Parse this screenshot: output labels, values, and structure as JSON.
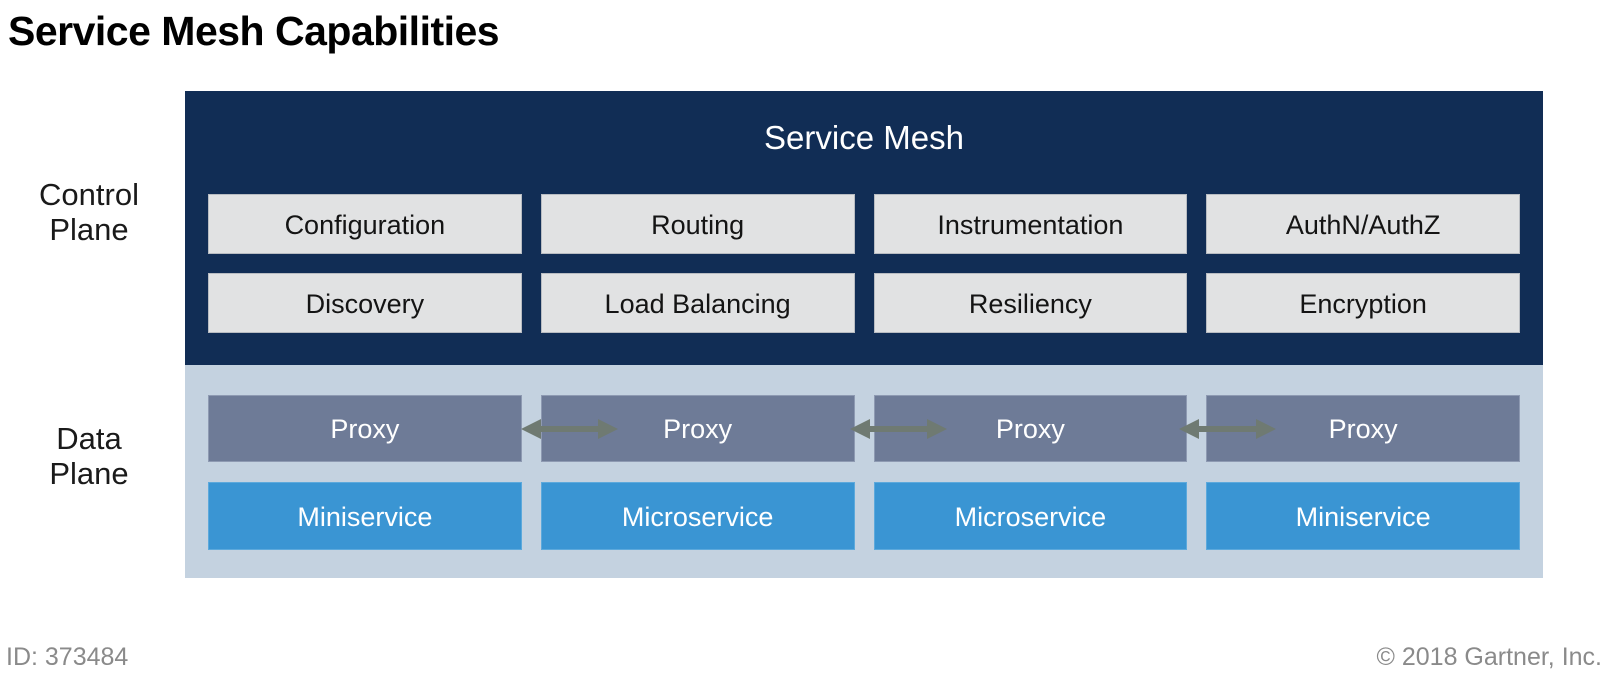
{
  "title": "Service Mesh Capabilities",
  "planes": {
    "control": {
      "line1": "Control",
      "line2": "Plane"
    },
    "data": {
      "line1": "Data",
      "line2": "Plane"
    }
  },
  "control_plane": {
    "header": "Service Mesh",
    "capabilities": [
      [
        "Configuration",
        "Routing",
        "Instrumentation",
        "AuthN/AuthZ"
      ],
      [
        "Discovery",
        "Load Balancing",
        "Resiliency",
        "Encryption"
      ]
    ]
  },
  "data_plane": {
    "columns": [
      {
        "proxy": "Proxy",
        "service": "Miniservice"
      },
      {
        "proxy": "Proxy",
        "service": "Microservice"
      },
      {
        "proxy": "Proxy",
        "service": "Microservice"
      },
      {
        "proxy": "Proxy",
        "service": "Miniservice"
      }
    ],
    "connectors": [
      {
        "name": "proxy-link-1-2",
        "type": "double-arrow"
      },
      {
        "name": "proxy-link-2-3",
        "type": "double-arrow"
      },
      {
        "name": "proxy-link-3-4",
        "type": "double-arrow"
      }
    ]
  },
  "footer": {
    "id": "ID: 373484",
    "copyright": "© 2018 Gartner, Inc."
  },
  "colors": {
    "control_plane_bg": "#112D55",
    "data_plane_bg": "#C4D2E0",
    "capability_box": "#E1E2E3",
    "proxy_box": "#6E7B97",
    "service_box": "#3A95D3",
    "arrow": "#6F7A72",
    "footer_text": "#8A8A8A",
    "title_text": "#000000"
  }
}
